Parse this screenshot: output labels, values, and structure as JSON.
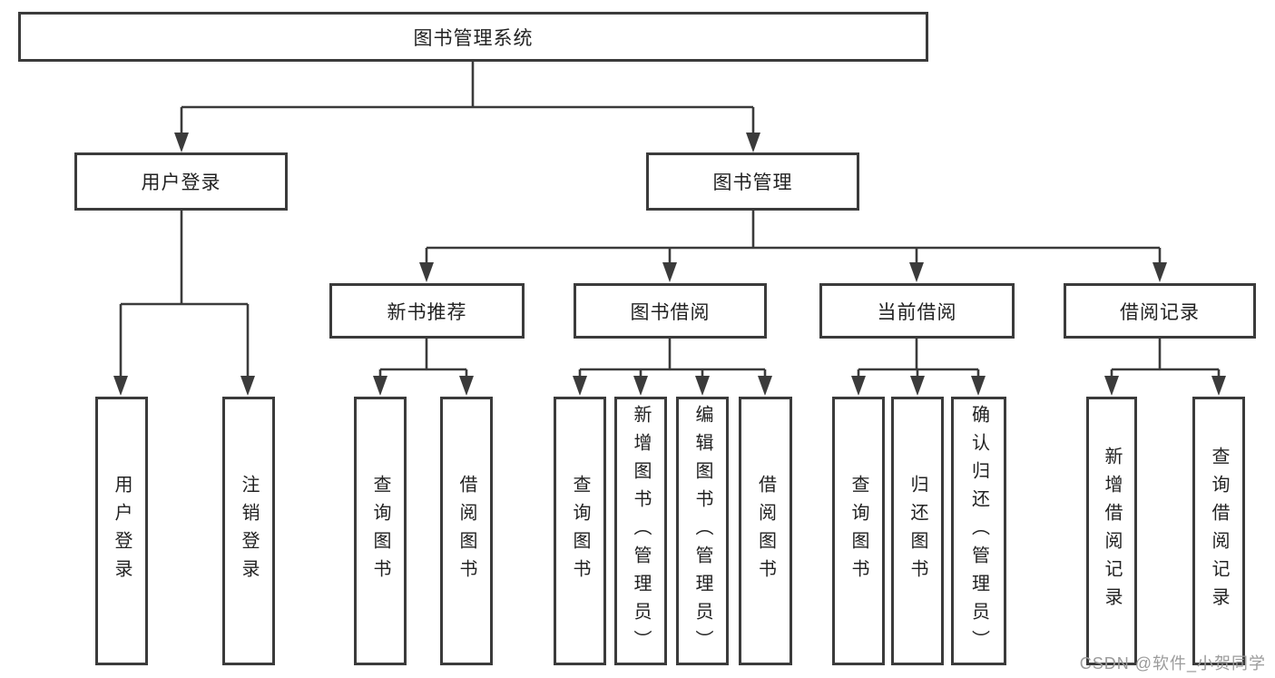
{
  "tree": {
    "label": "图书管理系统",
    "children": [
      {
        "label": "用户登录",
        "children": [
          {
            "label": "用户登录"
          },
          {
            "label": "注销登录"
          }
        ]
      },
      {
        "label": "图书管理",
        "children": [
          {
            "label": "新书推荐",
            "children": [
              {
                "label": "查询图书"
              },
              {
                "label": "借阅图书"
              }
            ]
          },
          {
            "label": "图书借阅",
            "children": [
              {
                "label": "查询图书"
              },
              {
                "label": "新增图书（管理员）"
              },
              {
                "label": "编辑图书（管理员）"
              },
              {
                "label": "借阅图书"
              }
            ]
          },
          {
            "label": "当前借阅",
            "children": [
              {
                "label": "查询图书"
              },
              {
                "label": "归还图书"
              },
              {
                "label": "确认归还（管理员）"
              }
            ]
          },
          {
            "label": "借阅记录",
            "children": [
              {
                "label": "新增借阅记录"
              },
              {
                "label": "查询借阅记录"
              }
            ]
          }
        ]
      }
    ]
  },
  "watermark": {
    "text": "CSDN @软件_小贺同学",
    "color": "#9b9b9b"
  },
  "colors": {
    "line": "#3b3b3b",
    "box_border": "#3b3b3b",
    "box_fill": "#ffffff",
    "text": "#222222",
    "background": "#ffffff"
  }
}
